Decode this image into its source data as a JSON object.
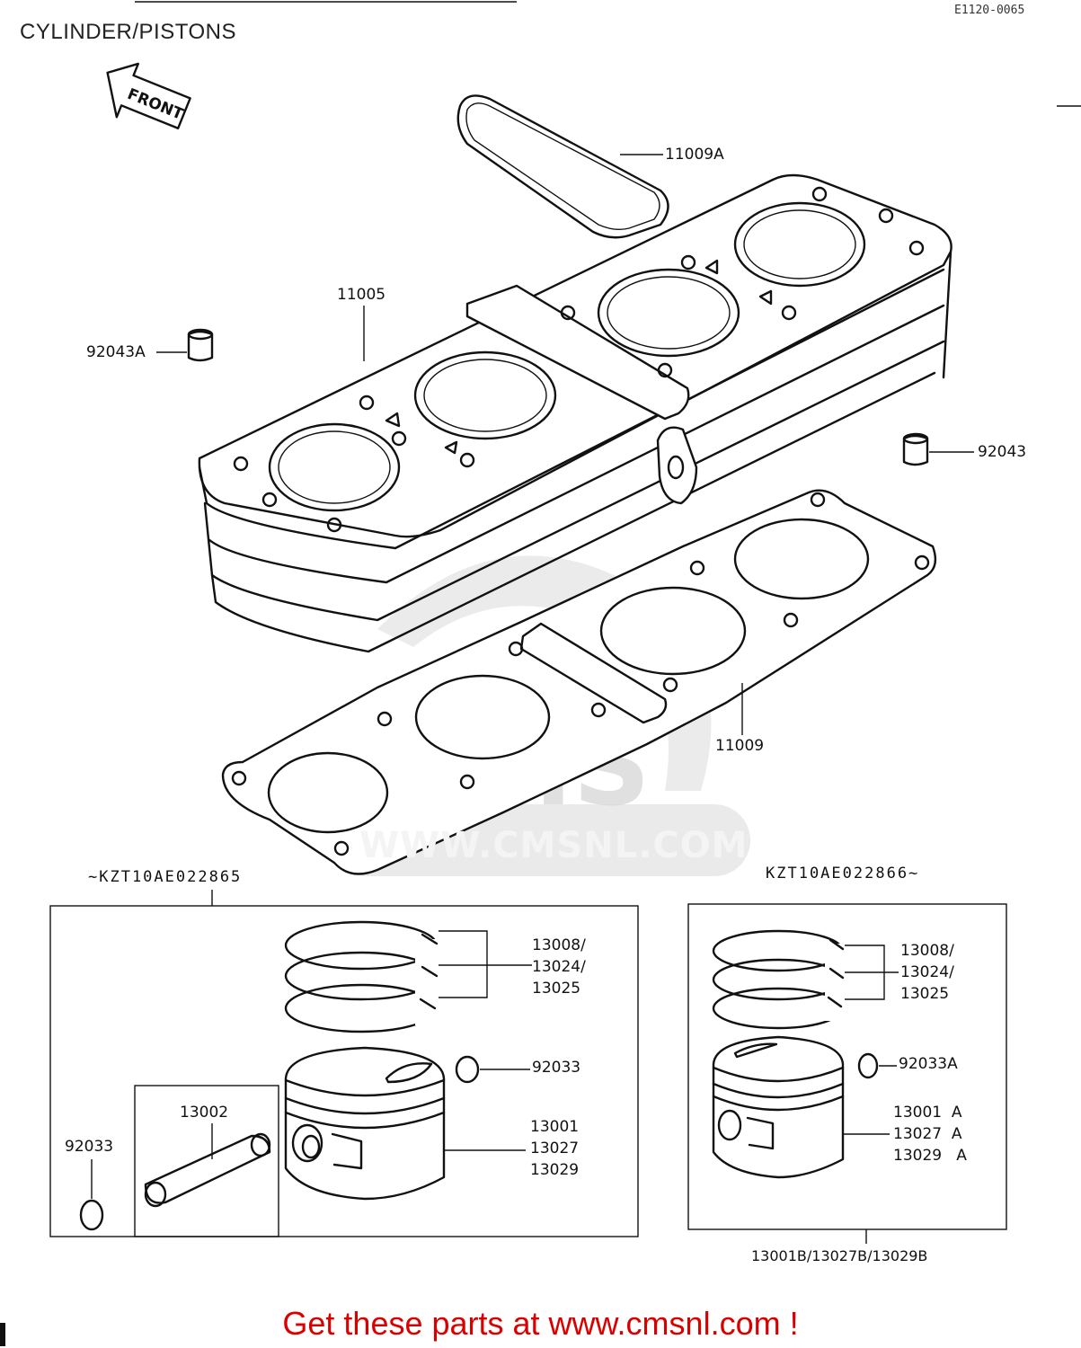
{
  "header": {
    "title": "CYLINDER/PISTONS",
    "diagram_code": "E1120-0065"
  },
  "front_arrow": {
    "text": "FRONT"
  },
  "watermark": {
    "text": "WWW.CMSNL.COM",
    "logo": "CMS"
  },
  "parts": {
    "p11009a": "11009A",
    "p11005": "11005",
    "p92043a": "92043A",
    "p92043": "92043",
    "p11009": "11009",
    "left_rings": [
      "13008/",
      "13024/",
      "13025"
    ],
    "left_clip": "92033",
    "left_pin": "13002",
    "left_pin_clip": "92033",
    "left_piston": [
      "13001",
      "13027",
      "13029"
    ],
    "right_rings": [
      "13008/",
      "13024/",
      "13025"
    ],
    "right_clip": "92033A",
    "right_piston": [
      "13001  A",
      "13027  A",
      "13029   A"
    ],
    "right_bottom": "13001B/13027B/13029B"
  },
  "serials": {
    "left": "~KZT10AE022865",
    "right": "KZT10AE022866~"
  },
  "footer": {
    "cta": "Get these parts at www.cmsnl.com !"
  }
}
